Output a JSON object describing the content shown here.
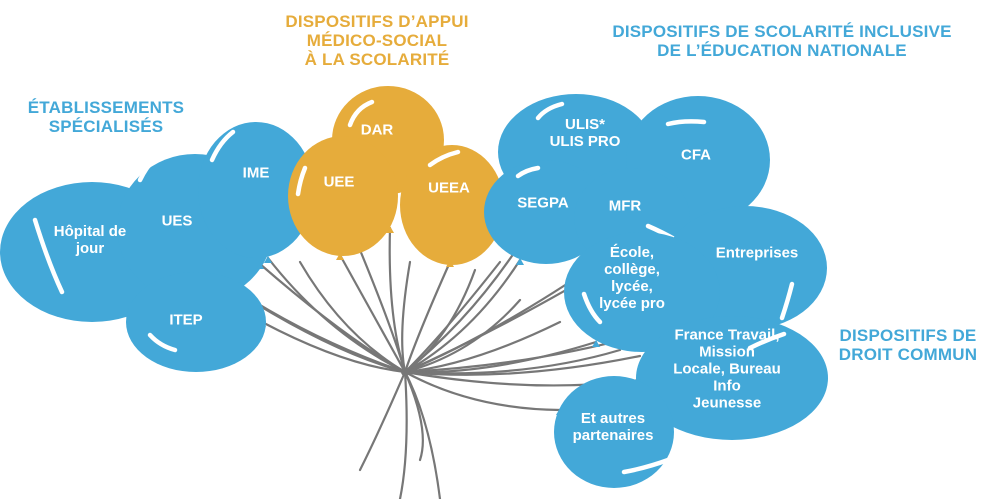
{
  "colors": {
    "blue": "#43a8d8",
    "gold": "#e6ac3b",
    "string": "#777777",
    "highlight": "#ffffff"
  },
  "groups": {
    "etablissements": {
      "lines": [
        "ÉTABLISSEMENTS",
        "SPÉCIALISÉS"
      ],
      "color": "#43a8d8"
    },
    "appui": {
      "lines": [
        "DISPOSITIFS D’APPUI",
        "MÉDICO-SOCIAL",
        "À LA SCOLARITÉ"
      ],
      "color": "#e6ac3b"
    },
    "scolarite": {
      "lines": [
        "DISPOSITIFS DE SCOLARITÉ INCLUSIVE",
        "DE L’ÉDUCATION NATIONALE"
      ],
      "color": "#43a8d8"
    },
    "droit_commun": {
      "lines": [
        "DISPOSITIFS DE",
        "DROIT COMMUN"
      ],
      "color": "#43a8d8"
    }
  },
  "balloons": {
    "hopital": {
      "lines": [
        "Hôpital de",
        "jour"
      ]
    },
    "ues": {
      "lines": [
        "UES"
      ]
    },
    "ime": {
      "lines": [
        "IME"
      ]
    },
    "itep": {
      "lines": [
        "ITEP"
      ]
    },
    "dar": {
      "lines": [
        "DAR"
      ]
    },
    "uee": {
      "lines": [
        "UEE"
      ]
    },
    "ueea": {
      "lines": [
        "UEEA"
      ]
    },
    "ulis": {
      "lines": [
        "ULIS*",
        "ULIS PRO"
      ]
    },
    "cfa": {
      "lines": [
        "CFA"
      ]
    },
    "segpa": {
      "lines": [
        "SEGPA"
      ]
    },
    "mfr": {
      "lines": [
        "MFR"
      ]
    },
    "entreprises": {
      "lines": [
        "Entreprises"
      ]
    },
    "ecole": {
      "lines": [
        "École,",
        "collège,",
        "lycée,",
        "lycée pro"
      ]
    },
    "france_travail": {
      "lines": [
        "France Travail,",
        "Mission",
        "Locale, Bureau",
        "Info",
        "Jeunesse"
      ]
    },
    "autres": {
      "lines": [
        "Et autres",
        "partenaires"
      ]
    }
  }
}
